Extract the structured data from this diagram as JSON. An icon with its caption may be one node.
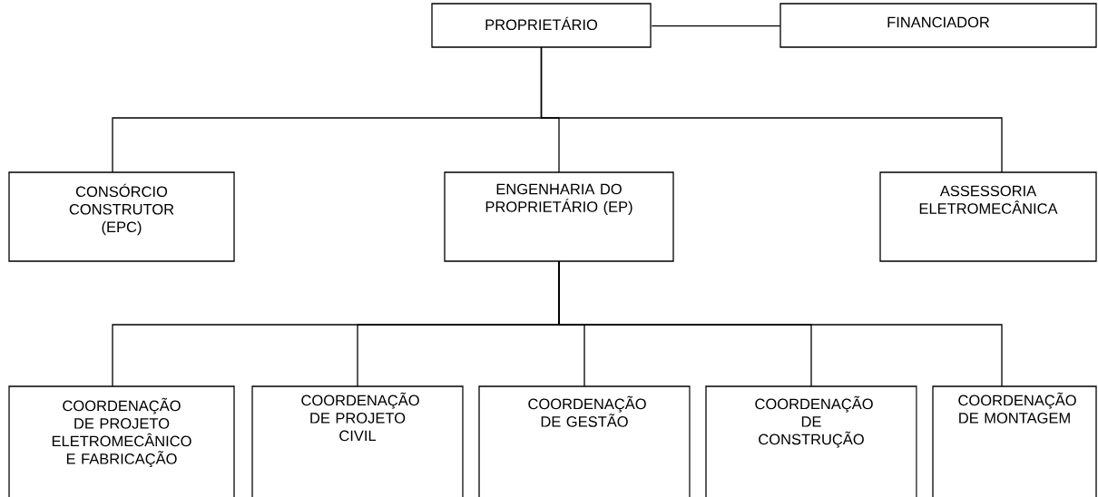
{
  "diagram": {
    "nodes": [
      {
        "text": [
          "PROPRIETÁRIO"
        ]
      },
      {
        "text": [
          "FINANCIADOR"
        ]
      },
      {
        "text": [
          "CONSÓRCIO CONSTRUTOR (EPC)"
        ]
      },
      {
        "text": [
          "ENGENHARIA DO PROPRIETÁRIO (EP)"
        ]
      },
      {
        "text": [
          "ASSESSORIA ELETROMECÂNICA"
        ]
      },
      {
        "text": [
          "COORDENAÇÃO DE PROJETO ELETROMECÂNICO E FABRICAÇÃO"
        ]
      },
      {
        "text": [
          "COORDENAÇÃO DE PROJETO CIVIL"
        ]
      },
      {
        "text": [
          "COORDENAÇÃO DE GESTÃO"
        ]
      },
      {
        "text": [
          "COORDENAÇÃO DE CONSTRUÇÃO"
        ]
      },
      {
        "text": [
          "COORDENAÇÃO DE MONTAGEM"
        ]
      }
    ],
    "edges": [
      {
        "from": 0,
        "to": 1,
        "arrow": "none"
      },
      {
        "from": 0,
        "to": 2,
        "arrow": "none"
      },
      {
        "from": 0,
        "to": 3,
        "arrow": "none"
      },
      {
        "from": 0,
        "to": 4,
        "arrow": "none"
      },
      {
        "from": 3,
        "to": 5,
        "arrow": "none"
      },
      {
        "from": 3,
        "to": 6,
        "arrow": "none"
      },
      {
        "from": 3,
        "to": 7,
        "arrow": "none"
      },
      {
        "from": 3,
        "to": 8,
        "arrow": "none"
      },
      {
        "from": 3,
        "to": 9,
        "arrow": "none"
      }
    ]
  }
}
